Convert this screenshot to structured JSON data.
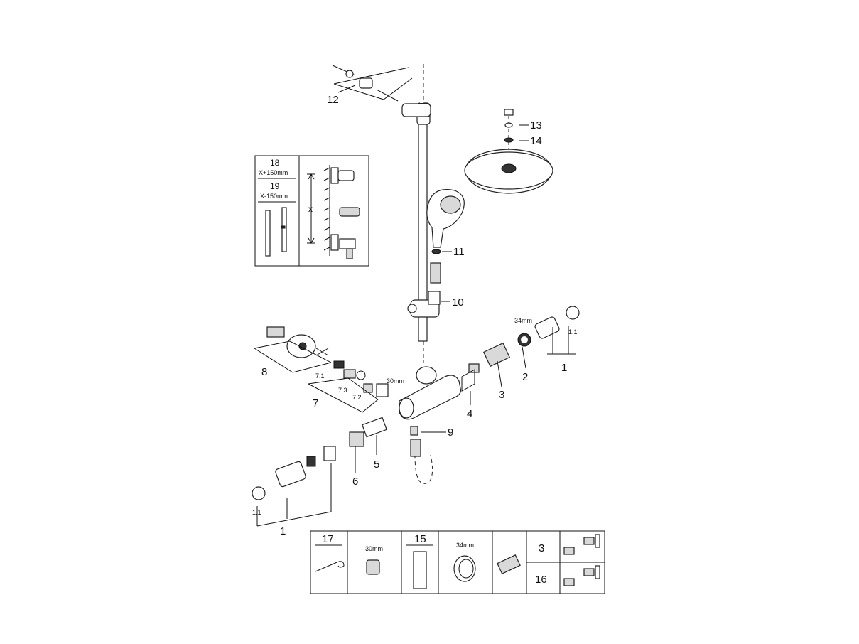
{
  "diagram": {
    "part_labels": {
      "p12": "12",
      "p13": "13",
      "p14": "14",
      "p11": "11",
      "p10": "10",
      "p8": "8",
      "p7": "7",
      "p7_1": "7.1",
      "p7_2": "7.2",
      "p7_3": "7.3",
      "p4": "4",
      "p3": "3",
      "p2": "2",
      "p1_right": "1",
      "p1_1_right": "1.1",
      "p9": "9",
      "p5": "5",
      "p6": "6",
      "p1_left": "1",
      "p1_1_left": "1.1"
    },
    "dimensions": {
      "nut_30mm": "30mm",
      "ring_34mm": "34mm"
    },
    "inset": {
      "n18": "18",
      "x_plus": "X+150mm",
      "n19": "19",
      "x_minus": "X-150mm",
      "x": "x"
    },
    "accessories": {
      "n17": "17",
      "nut_30mm": "30mm",
      "n15": "15",
      "ring_34mm": "34mm",
      "n3": "3",
      "n16": "16"
    }
  }
}
